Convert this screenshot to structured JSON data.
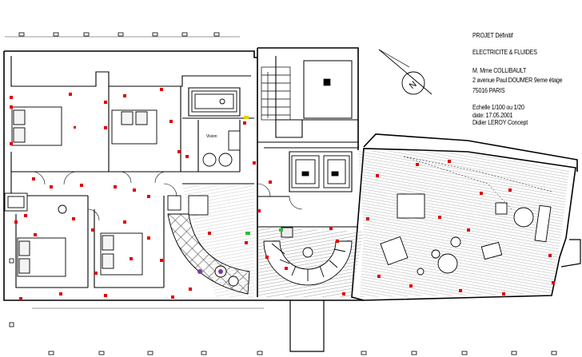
{
  "title_block": {
    "project": "PROJET Définitif",
    "lot": "ELECTRICITE & FLUIDES",
    "client": "M. Mme COLLIBAULT",
    "address": "2 avenue Paul DOUMER 9eme étage",
    "city": "75016 PARIS",
    "scale": "Echelle 1/100 ou 1/20",
    "date": "date: 17.05.2001",
    "author": "Didier LEROY Concept"
  },
  "room_label": "Vision",
  "compass_letter": "N",
  "colors": {
    "lines": "#000000",
    "electrical_points": "#e00000",
    "green_marker": "#2fbf2f",
    "yellow_marker": "#e6d400",
    "purple_marker": "#7a3aa0"
  }
}
